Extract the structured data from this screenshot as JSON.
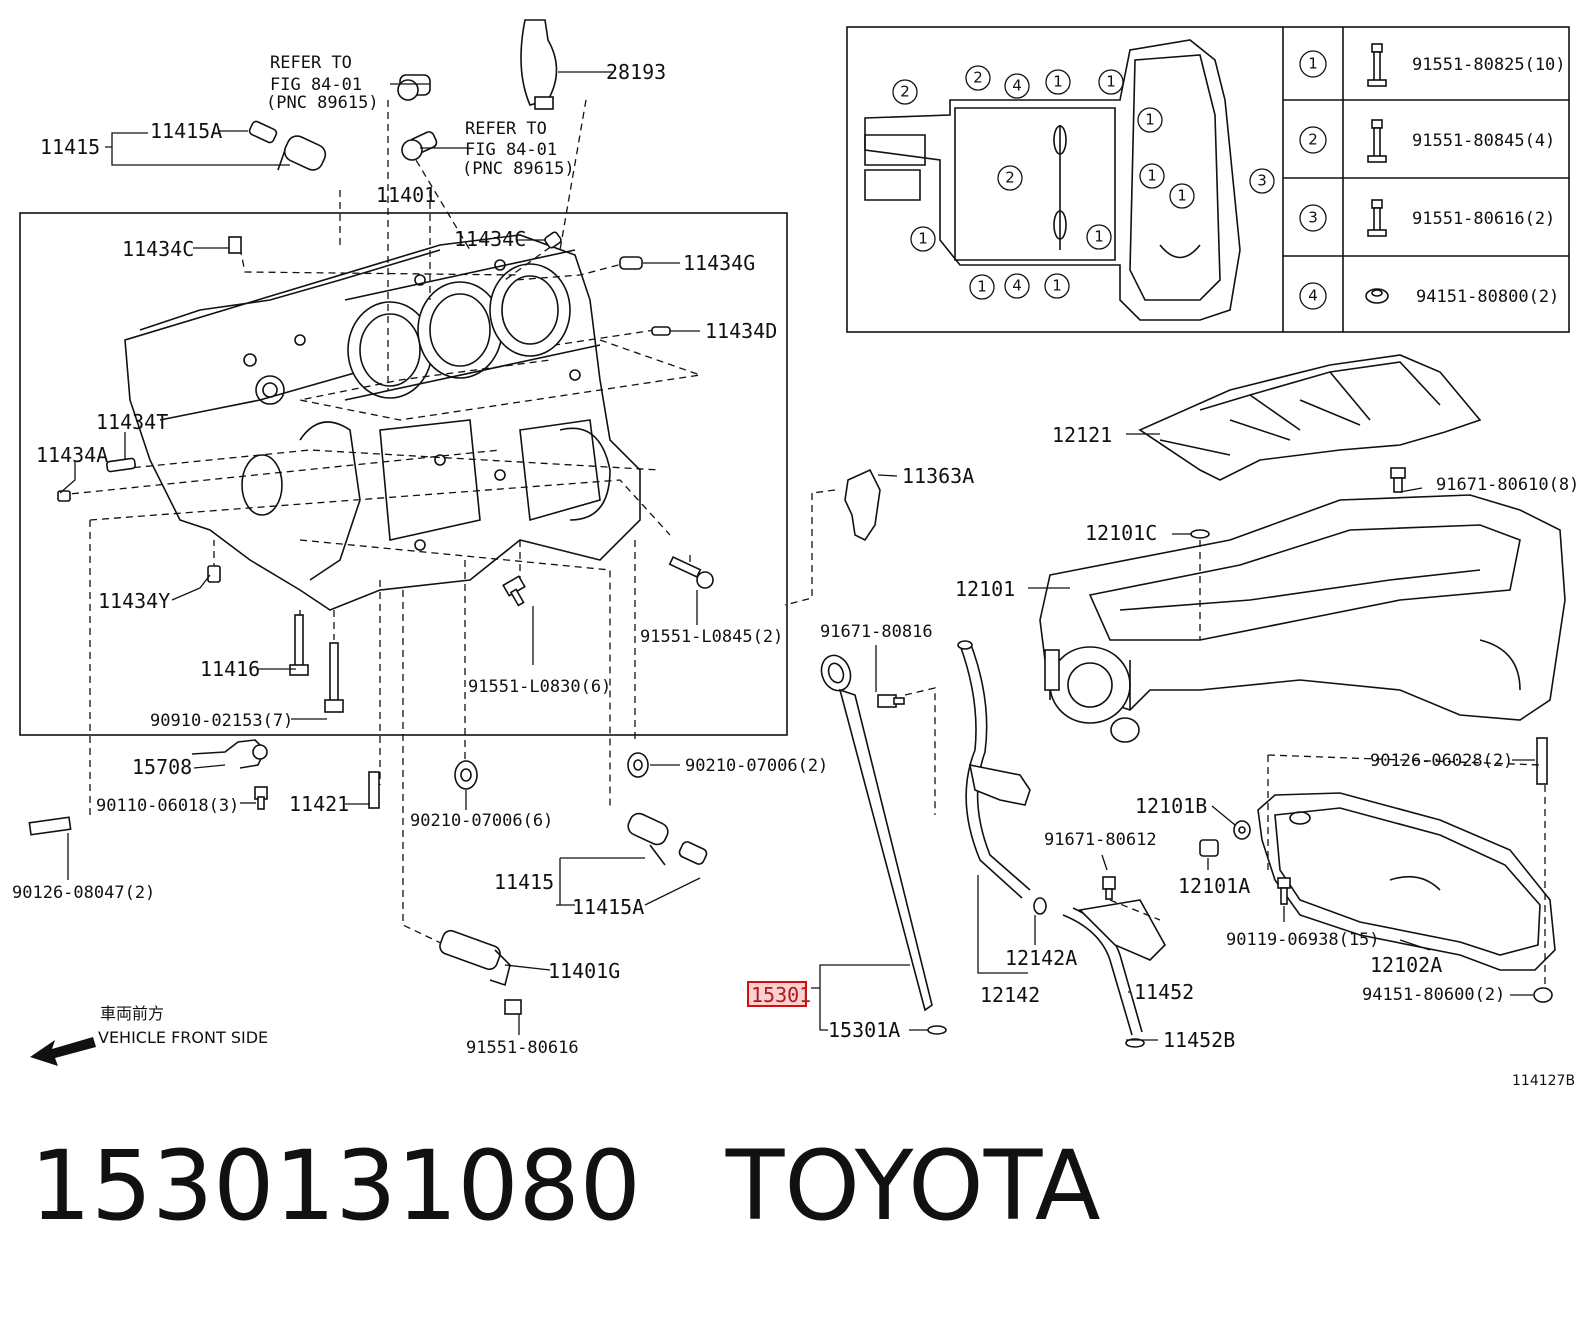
{
  "callouts": {
    "c28193": "28193",
    "refer1_a": "REFER TO",
    "refer1_b": "FIG 84-01",
    "refer1_c": "(PNC 89615)",
    "refer2_a": "REFER TO",
    "refer2_b": "FIG 84-01",
    "refer2_c": "(PNC 89615)",
    "c11415": "11415",
    "c11415A": "11415A",
    "c11401": "11401",
    "c11434C_a": "11434C",
    "c11434C_b": "11434C",
    "c11434G": "11434G",
    "c11434D": "11434D",
    "c11434T": "11434T",
    "c11434A": "11434A",
    "c11434Y": "11434Y",
    "c11416": "11416",
    "c90910": "90910-02153(7)",
    "c91551_L0845": "91551-L0845(2)",
    "c91551_L0830": "91551-L0830(6)",
    "c11363A": "11363A",
    "c12121": "12121",
    "c91671_80610": "91671-80610(8)",
    "c12101C": "12101C",
    "c12101": "12101",
    "c91671_80816": "91671-80816",
    "c15708": "15708",
    "c90110": "90110-06018(3)",
    "c11421": "11421",
    "c90210_a": "90210-07006(2)",
    "c90210_b": "90210-07006(6)",
    "c90126_08047": "90126-08047(2)",
    "c11415_b": "11415",
    "c11415A_b": "11415A",
    "c11401G": "11401G",
    "c91551_80616": "91551-80616",
    "c15301": "15301",
    "c15301A": "15301A",
    "c12142A": "12142A",
    "c12142": "12142",
    "c11452": "11452",
    "c11452B": "11452B",
    "c91671_80612": "91671-80612",
    "c12101B": "12101B",
    "c12101A": "12101A",
    "c90119": "90119-06938(15)",
    "c12102A": "12102A",
    "c90126_06028": "90126-06028(2)",
    "c94151_80600": "94151-80600(2)"
  },
  "bolt_table": [
    {
      "key": "1",
      "part": "91551-80825(10)",
      "icon": "bolt-icon"
    },
    {
      "key": "2",
      "part": "91551-80845(4)",
      "icon": "bolt-icon"
    },
    {
      "key": "3",
      "part": "91551-80616(2)",
      "icon": "bolt-icon"
    },
    {
      "key": "4",
      "part": "94151-80800(2)",
      "icon": "nut-icon"
    }
  ],
  "pan_circles": [
    "2",
    "2",
    "4",
    "1",
    "1",
    "2",
    "1",
    "1",
    "3",
    "1",
    "1",
    "1",
    "4",
    "1",
    "1"
  ],
  "direction": {
    "jp": "車両前方",
    "en": "VEHICLE FRONT SIDE"
  },
  "figure_code": "114127B",
  "footer": {
    "part_number": "1530131080",
    "brand": "TOYOTA"
  }
}
